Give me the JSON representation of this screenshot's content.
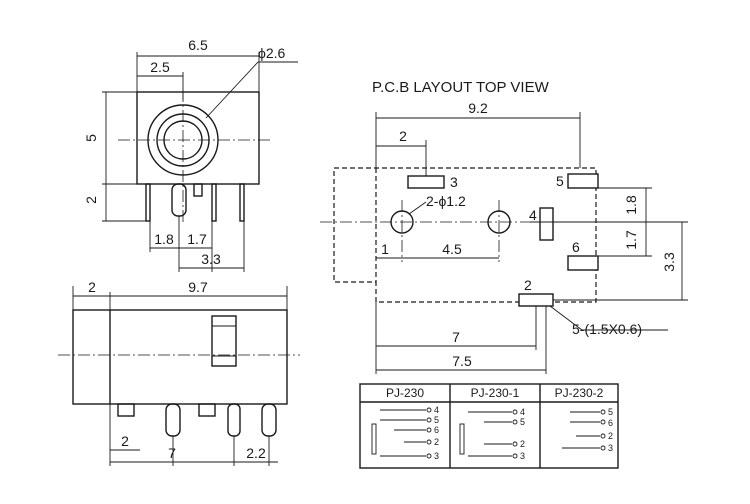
{
  "top_view": {
    "width": "6.5",
    "offset": "2.5",
    "diameter": "ϕ2.6",
    "height": "5",
    "pin_len": "2",
    "pitch_a": "1.8",
    "pitch_b": "1.7",
    "pitch_total": "3.3"
  },
  "side_view": {
    "front": "2",
    "length": "9.7",
    "pin_front": "2",
    "pin_span": "7",
    "pin_rear": "2.2"
  },
  "pcb": {
    "title": "P.C.B LAYOUT  TOP VIEW",
    "total": "9.2",
    "pad_off": "2",
    "holes": "2-ϕ1.2",
    "hole_x": "1",
    "hole_gap": "4.5",
    "pad_x1": "7",
    "pad_x2": "7.5",
    "pad_size": "5-(1.5X0.6)",
    "v_1_8": "1.8",
    "v_1_7": "1.7",
    "v_3_3": "3.3",
    "pads": [
      "1",
      "2",
      "3",
      "4",
      "5",
      "6"
    ]
  },
  "table": {
    "headers": [
      "PJ-230",
      "PJ-230-1",
      "PJ-230-2"
    ],
    "pins_a": [
      "4",
      "5",
      "6",
      "2",
      "3"
    ],
    "pins_b": [
      "4",
      "5",
      "2",
      "3"
    ],
    "pins_c": [
      "5",
      "6",
      "2",
      "3"
    ]
  }
}
